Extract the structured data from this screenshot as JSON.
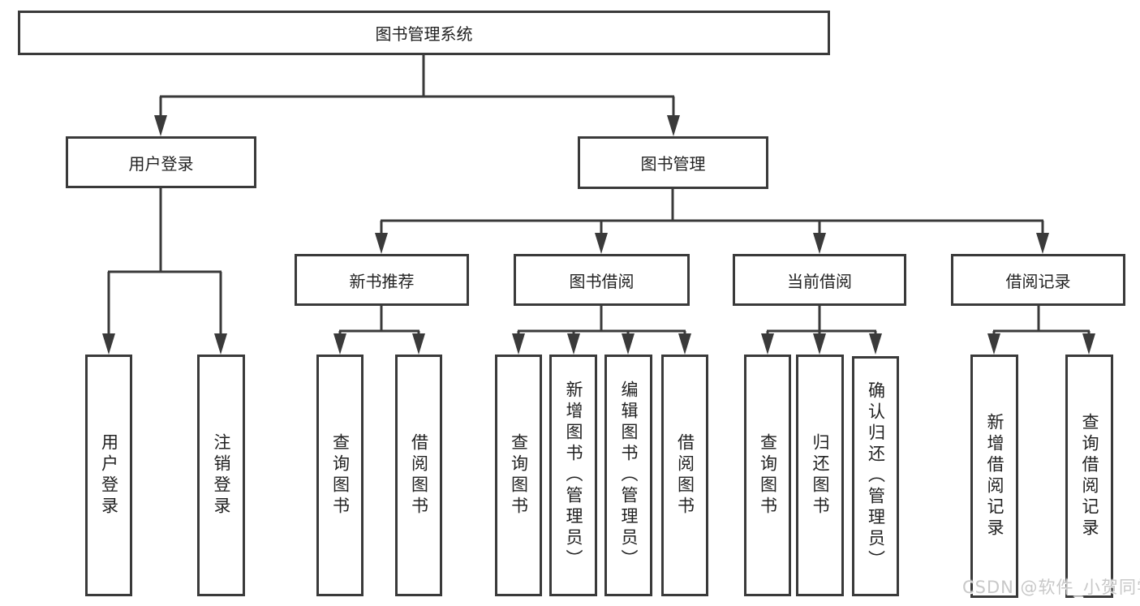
{
  "diagram": {
    "title": "图书管理系统",
    "nodes": {
      "root": "图书管理系统",
      "user_login": "用户登录",
      "book_mgmt": "图书管理",
      "new_book_rec": "新书推荐",
      "book_borrow": "图书借阅",
      "current_borrow": "当前借阅",
      "borrow_records": "借阅记录",
      "ul_login": "用户登录",
      "ul_logout": "注销登录",
      "nb_query": "查询图书",
      "nb_borrow": "借阅图书",
      "bb_query": "查询图书",
      "bb_add": "新增图书（管理员）",
      "bb_edit": "编辑图书（管理员）",
      "bb_borrow": "借阅图书",
      "cb_query": "查询图书",
      "cb_return": "归还图书",
      "cb_confirm": "确认归还（管理员）",
      "br_add": "新增借阅记录",
      "br_query": "查询借阅记录"
    },
    "hierarchy": {
      "图书管理系统": {
        "用户登录": [
          "用户登录",
          "注销登录"
        ],
        "图书管理": {
          "新书推荐": [
            "查询图书",
            "借阅图书"
          ],
          "图书借阅": [
            "查询图书",
            "新增图书（管理员）",
            "编辑图书（管理员）",
            "借阅图书"
          ],
          "当前借阅": [
            "查询图书",
            "归还图书",
            "确认归还（管理员）"
          ],
          "借阅记录": [
            "新增借阅记录",
            "查询借阅记录"
          ]
        }
      }
    }
  },
  "watermark": {
    "text": "CSDN @软件_小贺同学",
    "color": "#c8c8c8"
  },
  "colors": {
    "line": "#3a3a3a",
    "box_border": "#3a3a3a",
    "box_fill": "#ffffff",
    "text": "#222222",
    "background": "#ffffff"
  }
}
